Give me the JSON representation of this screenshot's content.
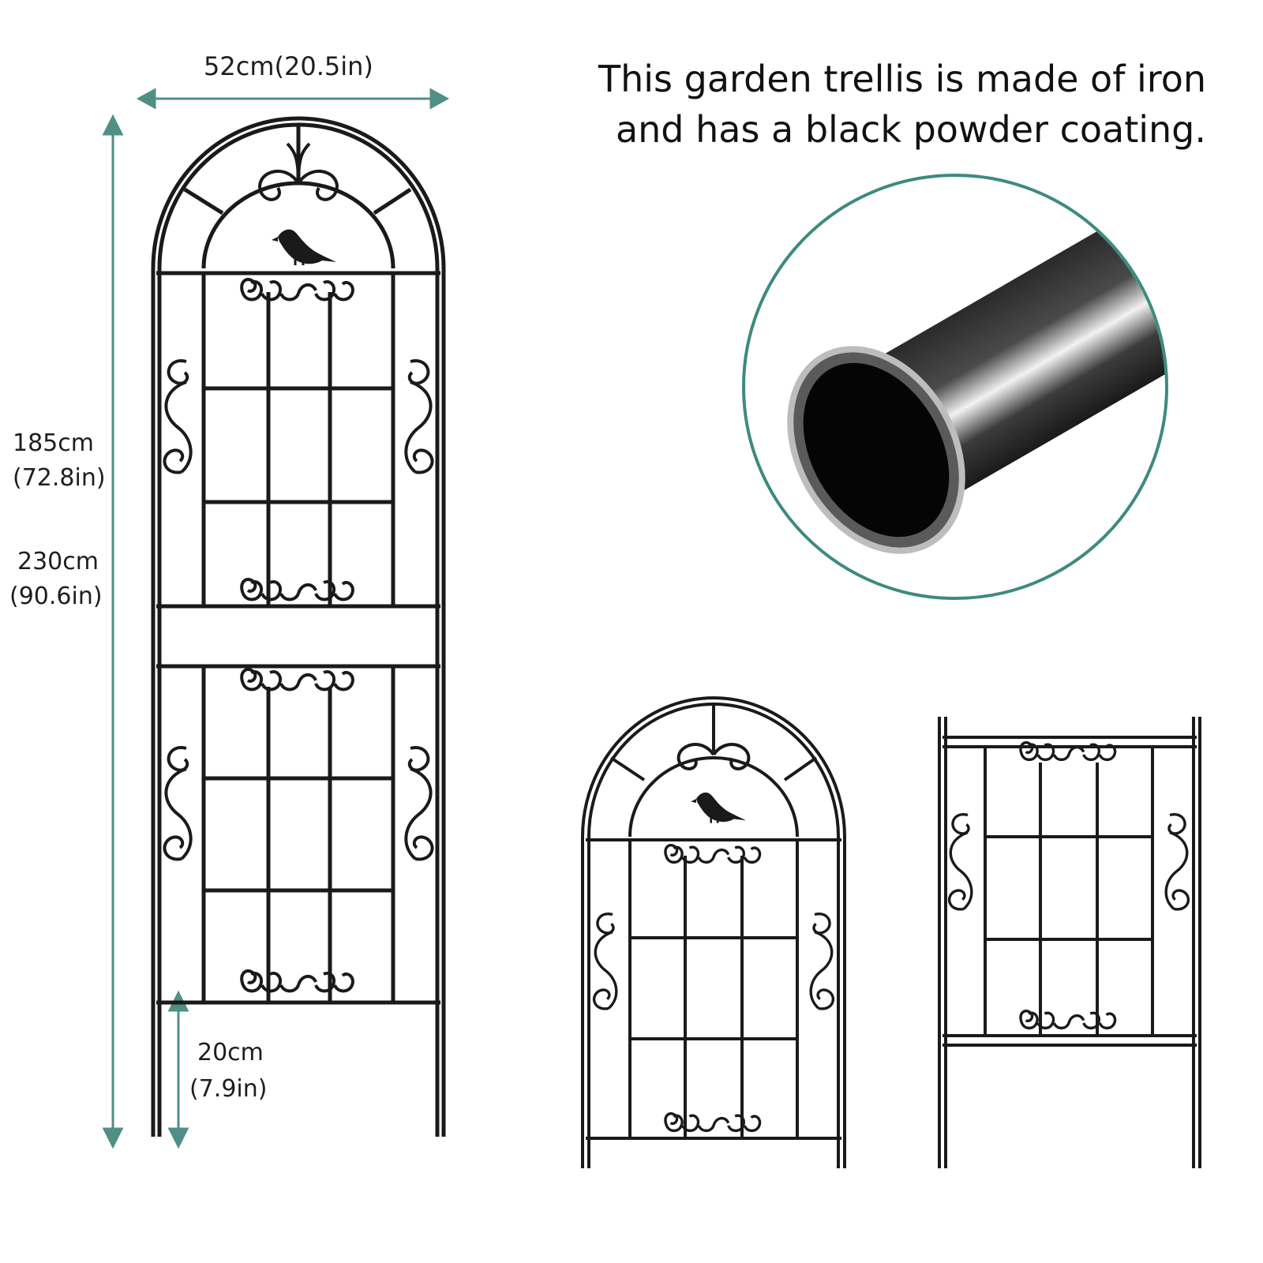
{
  "caption": {
    "line1": "This garden trellis is made of iron",
    "line2": "and has a black powder coating."
  },
  "dimensions": {
    "width": "52cm(20.5in)",
    "height_frame_cm": "185cm",
    "height_frame_in": "(72.8in)",
    "height_total_cm": "230cm",
    "height_total_in": "(90.6in)",
    "stake_cm": "20cm",
    "stake_in": "(7.9in)"
  },
  "colors": {
    "frame": "#1a1a1a",
    "dimension_arrow": "#4f8f86",
    "tube_ring": "#3d8a80"
  },
  "icons": [
    "bird-ornament-icon",
    "scroll-ornament-icon",
    "iron-tube-icon"
  ]
}
